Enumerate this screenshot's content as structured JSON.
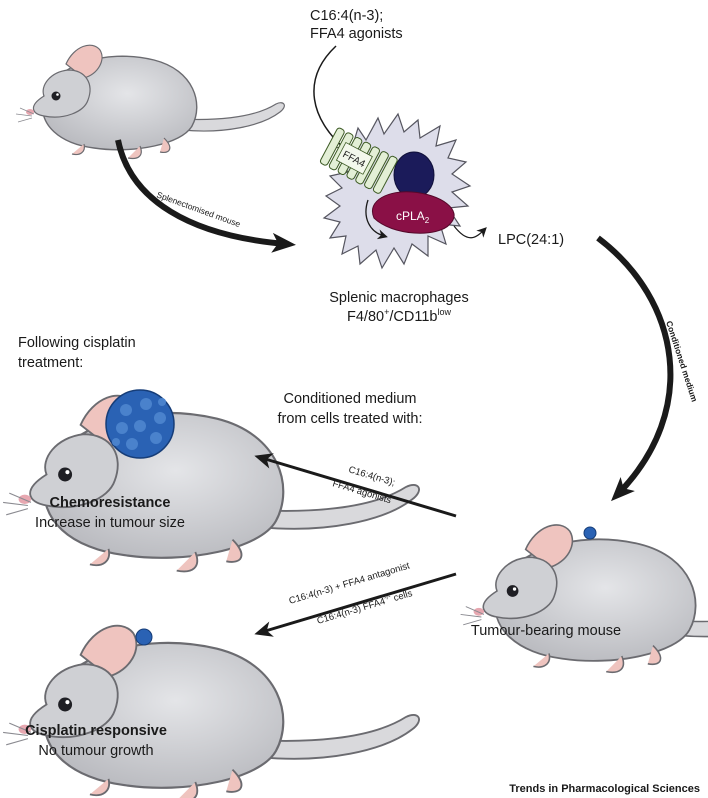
{
  "top_stimulus": {
    "line1": "C16:4(n-3);",
    "line2": "FFA4 agonists"
  },
  "arrow_splenectomised": "Splenectomised mouse",
  "receptor_label": "FFA4",
  "enzyme_label": "cPLA",
  "enzyme_sub": "2",
  "product_label": "LPC(24:1)",
  "macrophage_caption": {
    "line1": "Splenic macrophages",
    "line2_a": "F4/80",
    "line2_a_sup": "+",
    "line2_b": "/CD11b",
    "line2_b_sup": "low"
  },
  "arrow_conditioned_medium": "Conditioned medium",
  "cisplatin_note": {
    "line1": "Following cisplatin",
    "line2": "treatment:"
  },
  "medium_note": {
    "line1": "Conditioned medium",
    "line2": "from cells treated with:"
  },
  "upper_arrow_label": {
    "line1": "C16:4(n-3);",
    "line2": "FFA4 agonists"
  },
  "lower_arrow_label": {
    "line1": "C16:4(n-3) + FFA4 antagonist",
    "line2_a": "C16:4(n-3) FFA4",
    "line2_sup": "-/-",
    "line2_b": " cells"
  },
  "outcome_resistant": {
    "title": "Chemoresistance",
    "subtitle": "Increase in tumour size"
  },
  "outcome_responsive": {
    "title": "Cisplatin responsive",
    "subtitle": "No tumour growth"
  },
  "tumour_mouse_label": "Tumour-bearing mouse",
  "credit": "Trends in Pharmacological Sciences",
  "colors": {
    "mouse_body": "#d6d7db",
    "mouse_ear": "#efc4bf",
    "macrophage": "#ddddea",
    "nucleus": "#1b1b5a",
    "cpla2": "#8a1046",
    "receptor": "#e3efd6",
    "receptor_stroke": "#3c5a24",
    "tumour": "#2a62b4",
    "arrow": "#1a1a1a"
  }
}
